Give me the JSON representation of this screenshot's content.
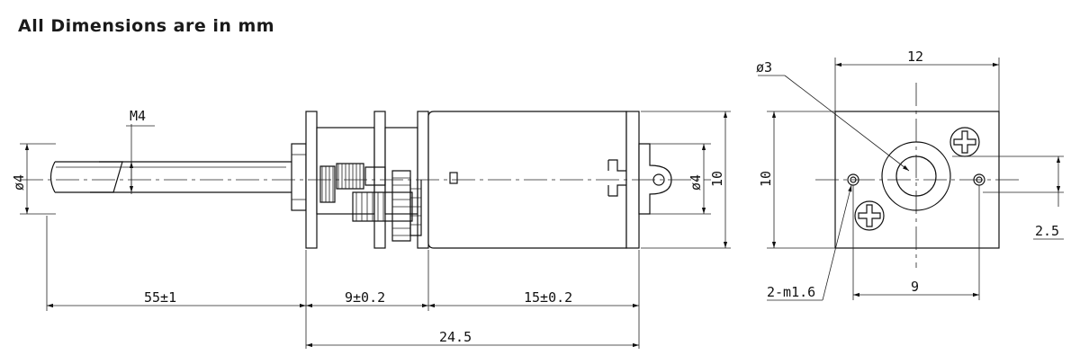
{
  "title": "All Dimensions are in mm",
  "labels": {
    "thread": "M4",
    "shaft_dia": "ø4",
    "boss_dia": "ø4",
    "height_side": "10",
    "height_end": "10",
    "shaft_len": "55±1",
    "gear_len": "9±0.2",
    "motor_len": "15±0.2",
    "total_len": "24.5",
    "shaft_hole": "ø3",
    "width_end": "12",
    "hole_spacing": "9",
    "offset": "2.5",
    "holes": "2-m1.6"
  }
}
